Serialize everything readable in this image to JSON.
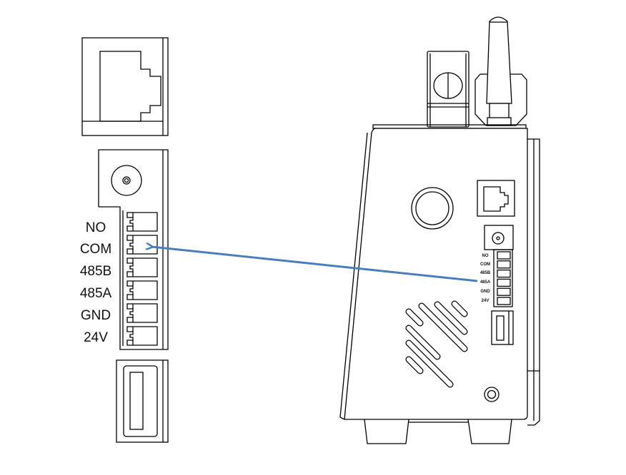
{
  "diagram": {
    "terminal_labels": [
      "NO",
      "COM",
      "485B",
      "485A",
      "GND",
      "24V"
    ],
    "device_terminal_labels": [
      "NO",
      "COM",
      "485B",
      "485A",
      "GND",
      "24V"
    ],
    "arrow_color": "#4A7EBB",
    "callout_target": "COM"
  }
}
